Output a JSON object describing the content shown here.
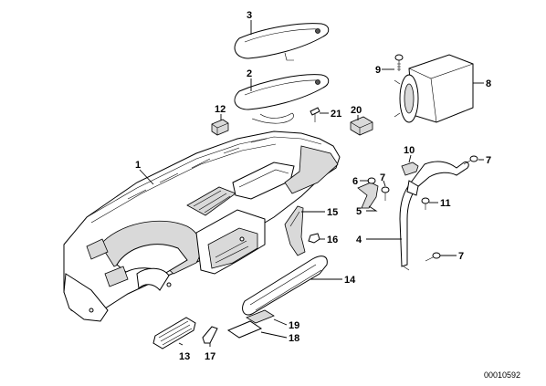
{
  "diagram": {
    "callouts": [
      {
        "id": "1",
        "label": "1"
      },
      {
        "id": "2",
        "label": "2"
      },
      {
        "id": "3",
        "label": "3"
      },
      {
        "id": "4",
        "label": "4"
      },
      {
        "id": "5",
        "label": "5"
      },
      {
        "id": "6",
        "label": "6"
      },
      {
        "id": "7a",
        "label": "7"
      },
      {
        "id": "7b",
        "label": "7"
      },
      {
        "id": "7c",
        "label": "7"
      },
      {
        "id": "8",
        "label": "8"
      },
      {
        "id": "9",
        "label": "9"
      },
      {
        "id": "10",
        "label": "10"
      },
      {
        "id": "11",
        "label": "11"
      },
      {
        "id": "12",
        "label": "12"
      },
      {
        "id": "13",
        "label": "13"
      },
      {
        "id": "14",
        "label": "14"
      },
      {
        "id": "15",
        "label": "15"
      },
      {
        "id": "16",
        "label": "16"
      },
      {
        "id": "17",
        "label": "17"
      },
      {
        "id": "18",
        "label": "18"
      },
      {
        "id": "19",
        "label": "19"
      },
      {
        "id": "20",
        "label": "20"
      },
      {
        "id": "21",
        "label": "21"
      }
    ],
    "drawing_number": "00010592"
  }
}
